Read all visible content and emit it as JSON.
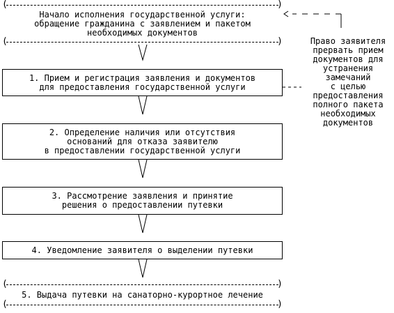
{
  "steps": {
    "start": "Начало исполнения государственной услуги:\nобращение гражданина с заявлением и пакетом\nнеобходимых документов",
    "s1": "1. Прием и регистрация заявления и документов\nдля предоставления государственной услуги",
    "s2": "2. Определение наличия или отсутствия\nоснований для отказа заявителю\nв предоставлении государственной услуги",
    "s3": "3. Рассмотрение заявления и принятие\nрешения о предоставлении путевки",
    "s4": "4. Уведомление заявителя о выделении путевки",
    "s5": "5. Выдача путевки на санаторно-курортное лечение"
  },
  "side_note": "Право заявителя\nпрервать прием\nдокументов для\nустранения\nзамечаний\nс целью\nпредоставления\nполного пакета\nнеобходимых\nдокументов"
}
